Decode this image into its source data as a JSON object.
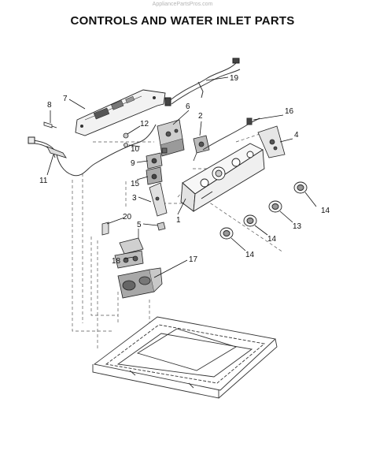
{
  "header": {
    "watermark": "AppliancePartsPros.com",
    "title": "CONTROLS AND WATER INLET PARTS"
  },
  "diagram": {
    "callouts": [
      "1",
      "2",
      "3",
      "4",
      "5",
      "6",
      "7",
      "8",
      "9",
      "10",
      "11",
      "12",
      "13",
      "14",
      "14",
      "14",
      "15",
      "16",
      "17",
      "18",
      "19",
      "20"
    ]
  }
}
